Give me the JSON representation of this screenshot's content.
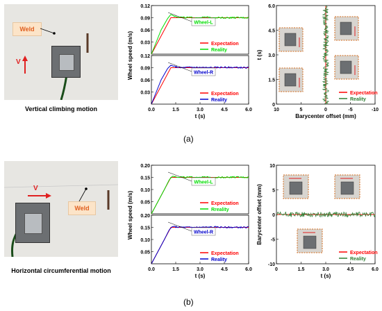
{
  "panel_a": {
    "caption": "Vertical climbing motion",
    "weld_label": "Weld",
    "velocity_label": "V",
    "label": "(a)"
  },
  "panel_b": {
    "caption": "Horizontal circumferential motion",
    "weld_label": "Weld",
    "velocity_label": "V",
    "label": "(b)"
  },
  "colors": {
    "expectation": "#ff0000",
    "reality_left": "#00dd00",
    "reality_right": "#0000cc",
    "offset_reality": "#2e7d32",
    "weld_text": "#e06020"
  },
  "chart_data": [
    {
      "id": "a-wheel-speed",
      "type": "line",
      "ylabel": "Wheel speed (m/s)",
      "xlabel": "t (s)",
      "xlim": [
        0,
        6
      ],
      "xticks": [
        "0.0",
        "1.5",
        "3.0",
        "4.5",
        "6.0"
      ],
      "subplots": [
        {
          "tag": "Wheel-L",
          "yticks": [
            "0.12",
            "0.09",
            "0.06",
            "0.03"
          ],
          "ylim": [
            0,
            0.12
          ],
          "legend": [
            "Expectation",
            "Reality"
          ],
          "series": [
            {
              "name": "Expectation",
              "x": [
                0,
                1.2,
                6
              ],
              "y": [
                0,
                0.09,
                0.09
              ]
            },
            {
              "name": "Reality",
              "x": [
                0,
                0.3,
                0.6,
                1.0,
                1.2,
                1.4,
                1.8,
                2.5,
                3.5,
                4.5,
                6.0
              ],
              "y": [
                0,
                0.03,
                0.06,
                0.088,
                0.098,
                0.094,
                0.091,
                0.09,
                0.091,
                0.09,
                0.09
              ]
            }
          ]
        },
        {
          "tag": "Wheel-R",
          "yticks": [
            "0.12",
            "0.09",
            "0.06",
            "0.03"
          ],
          "ylim": [
            0,
            0.12
          ],
          "legend": [
            "Expectation",
            "Reality"
          ],
          "series": [
            {
              "name": "Expectation",
              "x": [
                0,
                1.2,
                6
              ],
              "y": [
                0,
                0.09,
                0.09
              ]
            },
            {
              "name": "Reality",
              "x": [
                0,
                0.3,
                0.6,
                1.0,
                1.2,
                1.4,
                1.8,
                2.5,
                3.5,
                4.5,
                6.0
              ],
              "y": [
                0,
                0.03,
                0.06,
                0.088,
                0.096,
                0.093,
                0.09,
                0.091,
                0.09,
                0.091,
                0.09
              ]
            }
          ]
        }
      ]
    },
    {
      "id": "a-barycenter",
      "type": "line",
      "ylabel": "t (s)",
      "xlabel": "Barycenter offset (mm)",
      "xticks": [
        "10",
        "5",
        "0",
        "-5",
        "-10"
      ],
      "yticks": [
        "6.0",
        "4.5",
        "3.0",
        "1.5",
        "0"
      ],
      "xlim": [
        10,
        -10
      ],
      "ylim": [
        0,
        6
      ],
      "legend": [
        "Expectation",
        "Reality"
      ],
      "series": [
        {
          "name": "Expectation",
          "x": [
            0,
            0
          ],
          "y": [
            0,
            6
          ]
        },
        {
          "name": "Reality",
          "note": "noise around 0 within ±0.6 mm"
        }
      ]
    },
    {
      "id": "b-wheel-speed",
      "type": "line",
      "ylabel": "Wheel speed (m/s)",
      "xlabel": "t (s)",
      "xlim": [
        0,
        6
      ],
      "xticks": [
        "0.0",
        "1.5",
        "3.0",
        "4.5",
        "6.0"
      ],
      "subplots": [
        {
          "tag": "Wheel-L",
          "yticks": [
            "0.20",
            "0.15",
            "0.10",
            "0.05"
          ],
          "ylim": [
            0,
            0.2
          ],
          "legend": [
            "Expectation",
            "Rreality"
          ],
          "series": [
            {
              "name": "Expectation",
              "x": [
                0,
                1.2,
                6
              ],
              "y": [
                0,
                0.15,
                0.15
              ]
            },
            {
              "name": "Rreality",
              "x": [
                0,
                0.4,
                0.8,
                1.1,
                1.3,
                1.6,
                2.2,
                3.0,
                4.0,
                5.0,
                6.0
              ],
              "y": [
                0,
                0.05,
                0.1,
                0.14,
                0.155,
                0.152,
                0.15,
                0.151,
                0.15,
                0.151,
                0.15
              ]
            }
          ]
        },
        {
          "tag": "Wheel-R",
          "yticks": [
            "0.20",
            "0.15",
            "0.10",
            "0.05"
          ],
          "ylim": [
            0,
            0.2
          ],
          "legend": [
            "Expectation",
            "Reality"
          ],
          "series": [
            {
              "name": "Expectation",
              "x": [
                0,
                1.2,
                6
              ],
              "y": [
                0,
                0.15,
                0.15
              ]
            },
            {
              "name": "Reality",
              "x": [
                0,
                0.4,
                0.8,
                1.1,
                1.3,
                1.6,
                2.2,
                3.0,
                4.0,
                5.0,
                6.0
              ],
              "y": [
                0,
                0.05,
                0.1,
                0.14,
                0.154,
                0.151,
                0.15,
                0.15,
                0.151,
                0.15,
                0.15
              ]
            }
          ]
        }
      ]
    },
    {
      "id": "b-barycenter",
      "type": "line",
      "ylabel": "Barycenter offset (mm)",
      "xlabel": "t (s)",
      "xticks": [
        "0",
        "1.5",
        "3.0",
        "4.5",
        "6.0"
      ],
      "yticks": [
        "10",
        "5",
        "0",
        "-5",
        "-10"
      ],
      "xlim": [
        0,
        6
      ],
      "ylim": [
        -10,
        10
      ],
      "legend": [
        "Expectation",
        "Reality"
      ],
      "series": [
        {
          "name": "Expectation",
          "x": [
            0,
            6
          ],
          "y": [
            0,
            0
          ]
        },
        {
          "name": "Reality",
          "note": "noise around 0 within ±0.5 mm"
        }
      ]
    }
  ]
}
